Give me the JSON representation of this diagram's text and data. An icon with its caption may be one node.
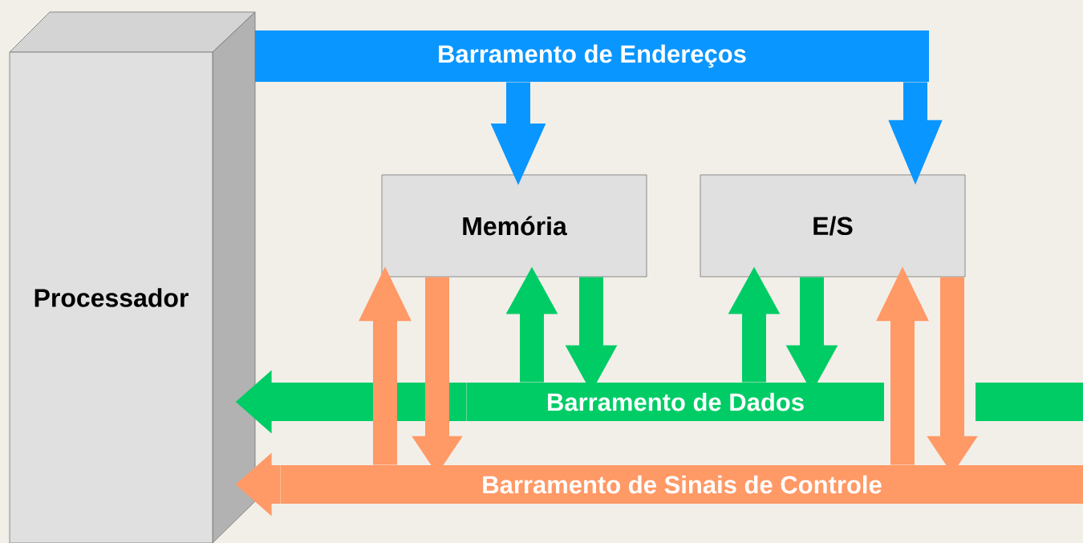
{
  "diagram": {
    "nodes": [
      {
        "text": [
          "Processador"
        ]
      },
      {
        "text": [
          "Memória"
        ]
      },
      {
        "text": [
          "E/S"
        ]
      },
      {
        "text": [
          "Barramento de Endereços"
        ]
      },
      {
        "text": [
          "Barramento de Dados"
        ]
      },
      {
        "text": [
          "Barramento de Sinais de Controle"
        ]
      },
      {
        "text": [],
        "shape": "bar"
      }
    ],
    "edges": [
      {
        "from": 3,
        "to": 1,
        "arrow": "to",
        "color": "#0a96ff"
      },
      {
        "from": 3,
        "to": 2,
        "arrow": "to",
        "color": "#0a96ff"
      },
      {
        "from": 1,
        "to": 4,
        "arrow": "to",
        "color": "#00cc66"
      },
      {
        "from": 4,
        "to": 1,
        "arrow": "to",
        "color": "#00cc66"
      },
      {
        "from": 2,
        "to": 4,
        "arrow": "to",
        "color": "#00cc66"
      },
      {
        "from": 4,
        "to": 2,
        "arrow": "to",
        "color": "#00cc66"
      },
      {
        "from": 1,
        "to": 5,
        "arrow": "to",
        "color": "#ff9966"
      },
      {
        "from": 5,
        "to": 1,
        "arrow": "to",
        "color": "#ff9966"
      },
      {
        "from": 2,
        "to": 5,
        "arrow": "to",
        "color": "#ff9966"
      },
      {
        "from": 5,
        "to": 2,
        "arrow": "to",
        "color": "#ff9966"
      },
      {
        "from": 4,
        "to": 0,
        "arrow": "to",
        "color": "#00cc66"
      },
      {
        "from": 5,
        "to": 0,
        "arrow": "to",
        "color": "#ff9966"
      }
    ]
  }
}
